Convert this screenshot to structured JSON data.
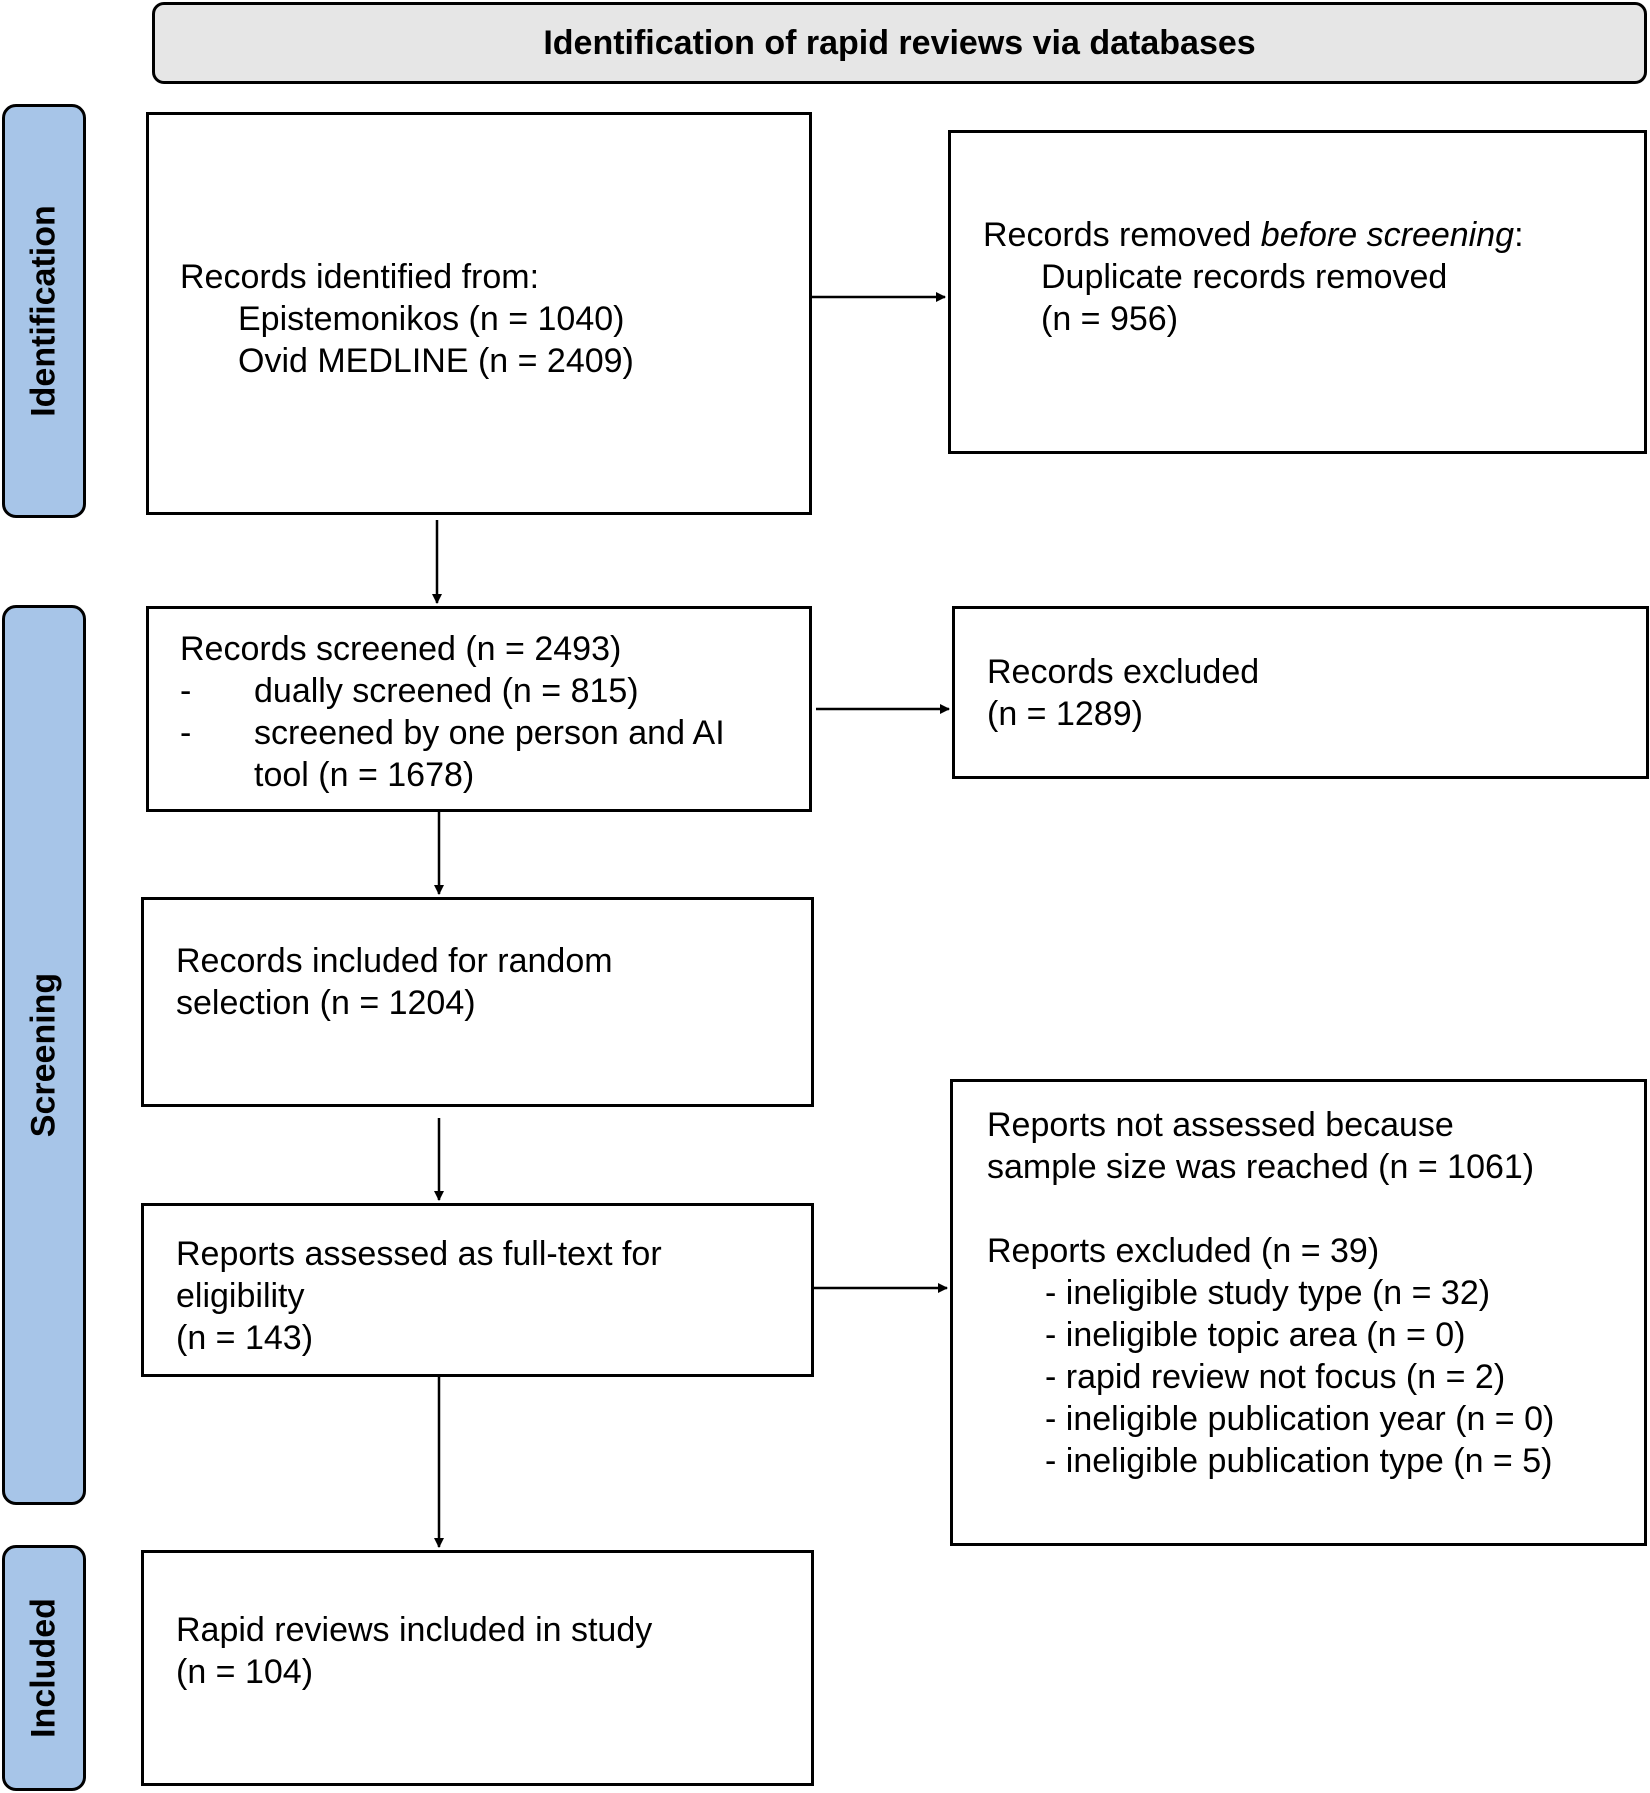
{
  "header": {
    "title": "Identification of rapid reviews via databases"
  },
  "phases": {
    "identification": "Identification",
    "screening": "Screening",
    "included": "Included"
  },
  "identified": {
    "title": "Records identified from:",
    "sources": [
      "Epistemonikos (n = 1040)",
      "Ovid MEDLINE (n = 2409)"
    ]
  },
  "removed": {
    "prefix": "Records removed ",
    "italic": "before screening",
    "suffix": ":",
    "line1": "Duplicate records removed",
    "line2": "(n = 956)"
  },
  "screened": {
    "title": "Records screened (n = 2493)",
    "dash": "-",
    "item1": "dually screened (n = 815)",
    "item2_line1": "screened by one person and AI",
    "item2_line2": "tool (n = 1678)"
  },
  "excluded": {
    "line1": "Records excluded",
    "line2": "(n = 1289)"
  },
  "random": {
    "line1": "Records included for random",
    "line2": "selection (n = 1204)"
  },
  "fulltext": {
    "line1": "Reports assessed as full-text for",
    "line2": "eligibility",
    "line3": "(n = 143)"
  },
  "not_assessed": {
    "line1": "Reports not assessed because",
    "line2": "sample size was reached (n = 1061)",
    "excluded_title": "Reports excluded (n = 39)",
    "reasons": [
      "- ineligible study type (n = 32)",
      "- ineligible topic area (n = 0)",
      "- rapid review not focus (n = 2)",
      "- ineligible publication year (n = 0)",
      "- ineligible publication type (n = 5)"
    ]
  },
  "included": {
    "line1": "Rapid reviews included in study",
    "line2": "(n = 104)"
  }
}
